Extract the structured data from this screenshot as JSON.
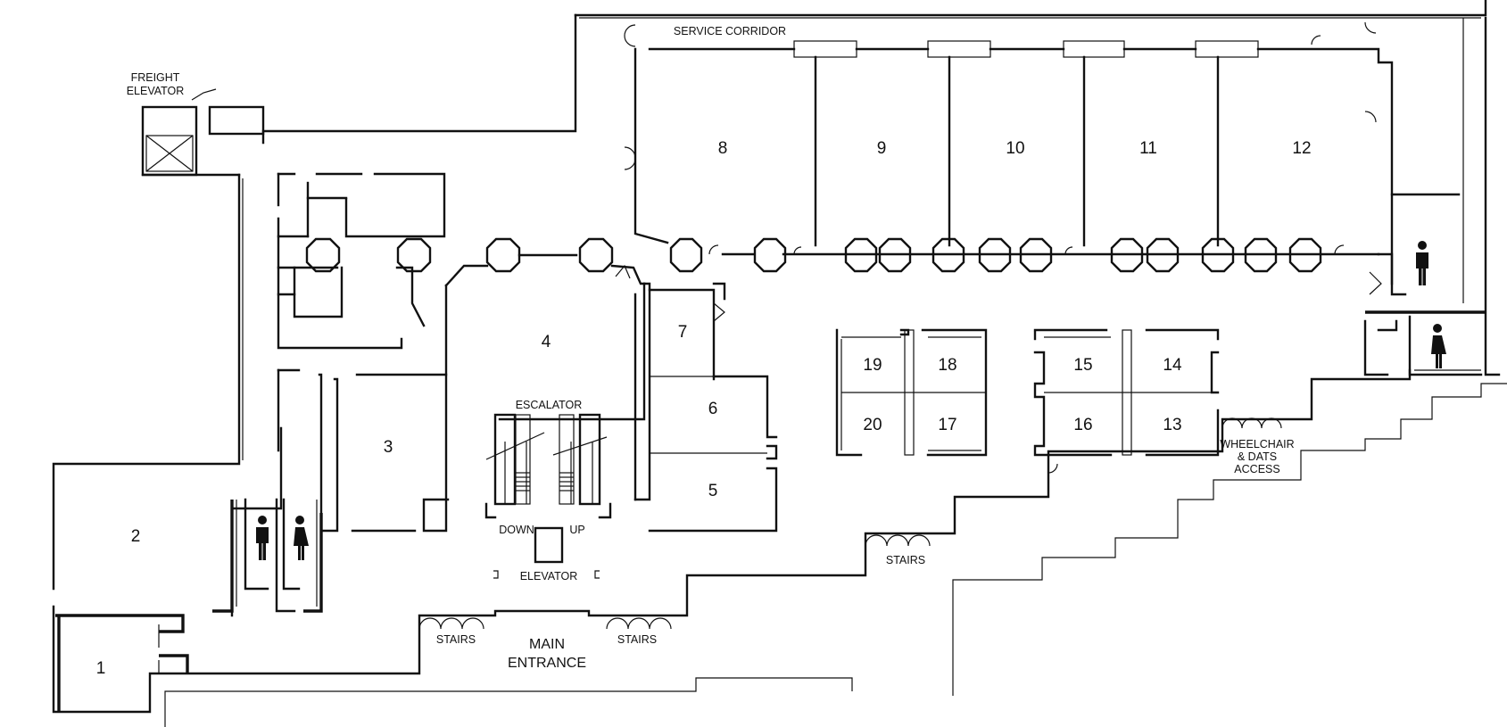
{
  "rooms": [
    "1",
    "2",
    "3",
    "4",
    "5",
    "6",
    "7",
    "8",
    "9",
    "10",
    "11",
    "12",
    "13",
    "14",
    "15",
    "16",
    "17",
    "18",
    "19",
    "20"
  ],
  "labels": {
    "freight_elevator_line1": "FREIGHT",
    "freight_elevator_line2": "ELEVATOR",
    "service_corridor": "SERVICE CORRIDOR",
    "escalator": "ESCALATOR",
    "down": "DOWN",
    "up": "UP",
    "elevator": "ELEVATOR",
    "stairs_left": "STAIRS",
    "stairs_right": "STAIRS",
    "stairs_mid": "STAIRS",
    "main_entrance_line1": "MAIN",
    "main_entrance_line2": "ENTRANCE",
    "wheelchair_line1": "WHEELCHAIR",
    "wheelchair_line2": "& DATS",
    "wheelchair_line3": "ACCESS"
  },
  "icons": {
    "restroom_men": "man-icon",
    "restroom_women": "woman-icon"
  }
}
